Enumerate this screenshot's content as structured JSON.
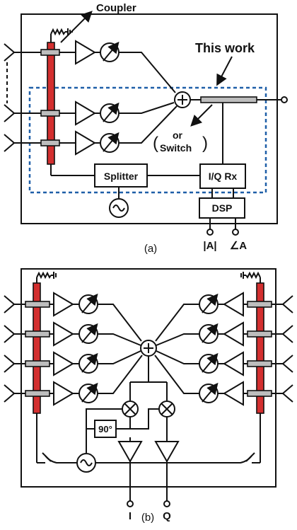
{
  "panel_a": {
    "caption": "(a)",
    "coupler_label": "Coupler",
    "this_work_label": "This work",
    "or_label": "or",
    "switch_label": "Switch",
    "splitter_label": "Splitter",
    "iq_rx_label": "I/Q Rx",
    "dsp_label": "DSP",
    "amplitude_output_label": "|A|",
    "phase_output_label": "∠A"
  },
  "panel_b": {
    "caption": "(b)",
    "phase_shifter_90_label": "90°",
    "i_output_label": "I",
    "q_output_label": "Q"
  },
  "colors": {
    "coupler_bar": "#d32f2f",
    "dashed_box": "#1f5fa8",
    "line": "#111111",
    "coupler_tab": "#bdbdbd"
  }
}
